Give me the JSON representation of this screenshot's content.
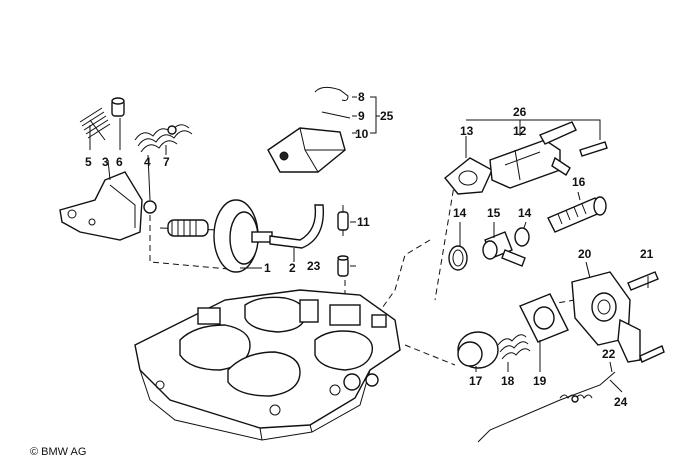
{
  "copyright": "© BMW AG",
  "callouts": [
    {
      "id": "1",
      "text": "1"
    },
    {
      "id": "2",
      "text": "2"
    },
    {
      "id": "3",
      "text": "3"
    },
    {
      "id": "4",
      "text": "4"
    },
    {
      "id": "5",
      "text": "5"
    },
    {
      "id": "6",
      "text": "6"
    },
    {
      "id": "7",
      "text": "7"
    },
    {
      "id": "8",
      "text": "8"
    },
    {
      "id": "9",
      "text": "9"
    },
    {
      "id": "10",
      "text": "10"
    },
    {
      "id": "11",
      "text": "11"
    },
    {
      "id": "12",
      "text": "12"
    },
    {
      "id": "13",
      "text": "13"
    },
    {
      "id": "14a",
      "text": "14"
    },
    {
      "id": "14b",
      "text": "14"
    },
    {
      "id": "15",
      "text": "15"
    },
    {
      "id": "16",
      "text": "16"
    },
    {
      "id": "17",
      "text": "17"
    },
    {
      "id": "18",
      "text": "18"
    },
    {
      "id": "19",
      "text": "19"
    },
    {
      "id": "20",
      "text": "20"
    },
    {
      "id": "21",
      "text": "21"
    },
    {
      "id": "22",
      "text": "22"
    },
    {
      "id": "23",
      "text": "23"
    },
    {
      "id": "24",
      "text": "24"
    },
    {
      "id": "25",
      "text": "25"
    },
    {
      "id": "26",
      "text": "26"
    }
  ]
}
